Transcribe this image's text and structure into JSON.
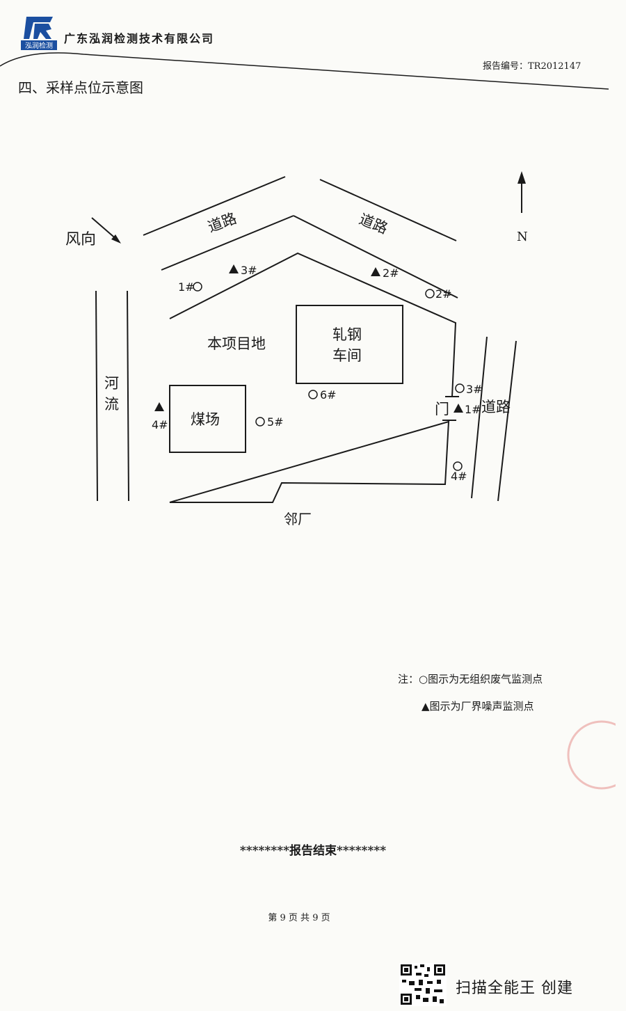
{
  "header": {
    "logo_text": "泓润检测",
    "company_name": "广东泓润检测技术有限公司",
    "report_number": "报告编号：TR2012147"
  },
  "section_title": "四、采样点位示意图",
  "map": {
    "wind_label": "风向",
    "north_label": "N",
    "road_top_left": "道路",
    "road_top_right": "道路",
    "road_right": "道路",
    "river_label": [
      "河",
      "流"
    ],
    "project_site_label": "本项目地",
    "rolling_workshop_label": [
      "轧钢",
      "车间"
    ],
    "coal_yard_label": "煤场",
    "gate_label": "门",
    "neighbor_factory_label": "邻厂",
    "gas_points": [
      "1#",
      "2#",
      "3#",
      "4#",
      "5#",
      "6#"
    ],
    "noise_points": [
      "1#",
      "2#",
      "3#",
      "4#"
    ]
  },
  "notes": {
    "prefix": "注：",
    "gas_note": "○图示为无组织废气监测点",
    "noise_note": "▲图示为厂界噪声监测点"
  },
  "end_text": "********报告结束********",
  "page_info": "第 9 页 共 9 页",
  "scanner_text": "扫描全能王 创建",
  "colors": {
    "ink": "#1a1a1a",
    "logo_blue": "#1b4fa0",
    "stamp_red": "#d9534f"
  }
}
